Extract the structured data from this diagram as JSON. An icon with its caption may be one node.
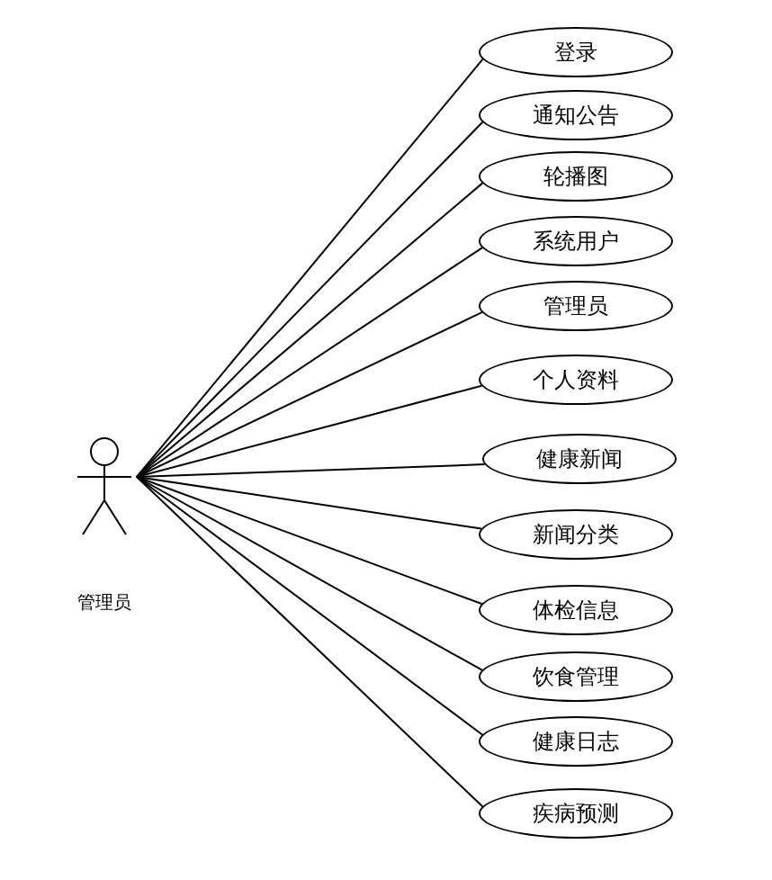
{
  "diagram": {
    "nodes": [
      {
        "text": [
          "管理员"
        ]
      },
      {
        "text": [
          "登录"
        ]
      },
      {
        "text": [
          "通知公告"
        ]
      },
      {
        "text": [
          "轮播图"
        ]
      },
      {
        "text": [
          "系统用户"
        ]
      },
      {
        "text": [
          "管理员"
        ]
      },
      {
        "text": [
          "个人资料"
        ]
      },
      {
        "text": [
          "健康新闻"
        ]
      },
      {
        "text": [
          "新闻分类"
        ]
      },
      {
        "text": [
          "体检信息"
        ]
      },
      {
        "text": [
          "饮食管理"
        ]
      },
      {
        "text": [
          "健康日志"
        ]
      },
      {
        "text": [
          "疾病预测"
        ]
      }
    ],
    "edges": [
      {
        "from": 0,
        "to": 1,
        "arrow": "none"
      },
      {
        "from": 0,
        "to": 2,
        "arrow": "none"
      },
      {
        "from": 0,
        "to": 3,
        "arrow": "none"
      },
      {
        "from": 0,
        "to": 4,
        "arrow": "none"
      },
      {
        "from": 0,
        "to": 5,
        "arrow": "none"
      },
      {
        "from": 0,
        "to": 6,
        "arrow": "none"
      },
      {
        "from": 0,
        "to": 7,
        "arrow": "none"
      },
      {
        "from": 0,
        "to": 8,
        "arrow": "none"
      },
      {
        "from": 0,
        "to": 9,
        "arrow": "none"
      },
      {
        "from": 0,
        "to": 10,
        "arrow": "none"
      },
      {
        "from": 0,
        "to": 11,
        "arrow": "none"
      },
      {
        "from": 0,
        "to": 12,
        "arrow": "none"
      }
    ]
  }
}
